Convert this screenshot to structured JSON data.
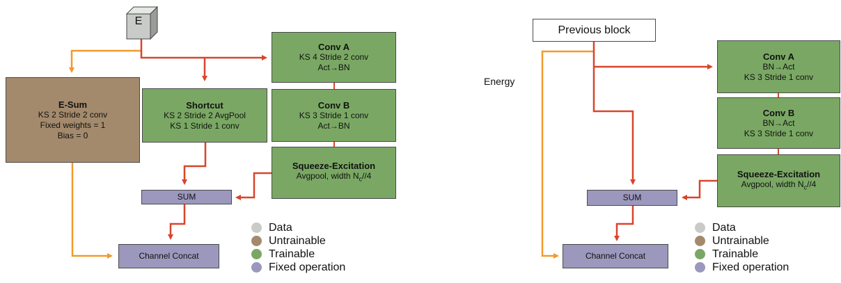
{
  "left": {
    "input": {
      "label": "E"
    },
    "esum": {
      "title": "E-Sum",
      "lines": [
        "KS 2 Stride 2 conv",
        "Fixed weights = 1",
        "Bias = 0"
      ]
    },
    "shortcut": {
      "title": "Shortcut",
      "lines": [
        "KS 2 Stride 2 AvgPool",
        "KS 1 Stride 1 conv"
      ]
    },
    "conv_a": {
      "title": "Conv A",
      "lines": [
        "KS 4 Stride 2 conv",
        "Act→BN"
      ]
    },
    "conv_b": {
      "title": "Conv B",
      "lines": [
        "KS 3 Stride 1 conv",
        "Act→BN"
      ]
    },
    "se": {
      "title": "Squeeze-Excitation",
      "line_main": "Avgpool, width N",
      "line_sub": "c",
      "line_tail": "//4"
    },
    "sum": {
      "label": "SUM"
    },
    "concat": {
      "label": "Channel Concat"
    }
  },
  "right": {
    "input": {
      "label": "Previous block"
    },
    "energy": {
      "label": "Energy"
    },
    "conv_a": {
      "title": "Conv A",
      "lines": [
        "BN→Act",
        "KS 3 Stride 1 conv"
      ]
    },
    "conv_b": {
      "title": "Conv B",
      "lines": [
        "BN→Act",
        "KS 3 Stride 1 conv"
      ]
    },
    "se": {
      "title": "Squeeze-Excitation",
      "line_main": "Avgpool, width N",
      "line_sub": "c",
      "line_tail": "//4"
    },
    "sum": {
      "label": "SUM"
    },
    "concat": {
      "label": "Channel Concat"
    }
  },
  "legend": [
    {
      "label": "Data",
      "color": "#c8cbc8"
    },
    {
      "label": "Untrainable",
      "color": "#a48a6c"
    },
    {
      "label": "Trainable",
      "color": "#7aa864"
    },
    {
      "label": "Fixed operation",
      "color": "#9c97bd"
    }
  ],
  "colors": {
    "main_path": "#d8452b",
    "energy_path": "#f19a2c"
  }
}
